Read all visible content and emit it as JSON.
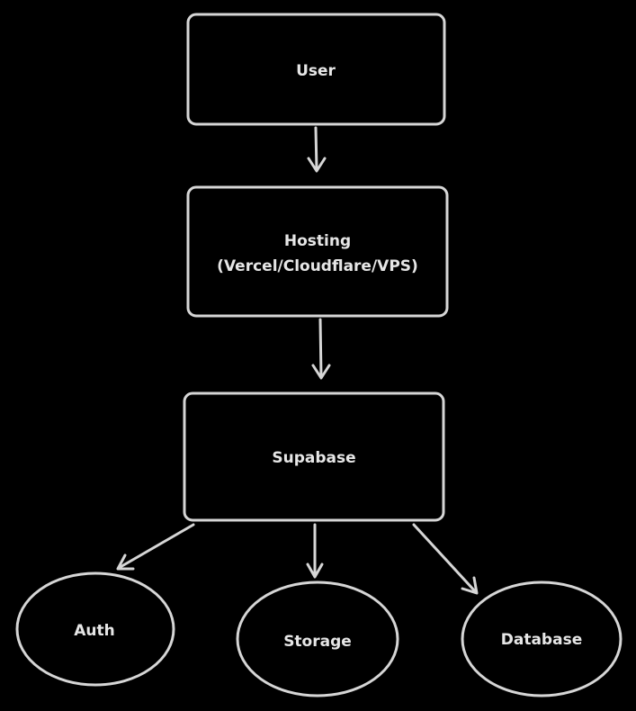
{
  "colors": {
    "background": "#000000",
    "stroke": "#d6d6d6",
    "text": "#e6e6e6"
  },
  "nodes": {
    "user": {
      "label": "User"
    },
    "hosting": {
      "label_line1": "Hosting",
      "label_line2": "(Vercel/Cloudflare/VPS)"
    },
    "supabase": {
      "label": "Supabase"
    },
    "auth": {
      "label": "Auth"
    },
    "storage": {
      "label": "Storage"
    },
    "database": {
      "label": "Database"
    }
  },
  "edges": [
    {
      "from": "user",
      "to": "hosting"
    },
    {
      "from": "hosting",
      "to": "supabase"
    },
    {
      "from": "supabase",
      "to": "auth"
    },
    {
      "from": "supabase",
      "to": "storage"
    },
    {
      "from": "supabase",
      "to": "database"
    }
  ]
}
